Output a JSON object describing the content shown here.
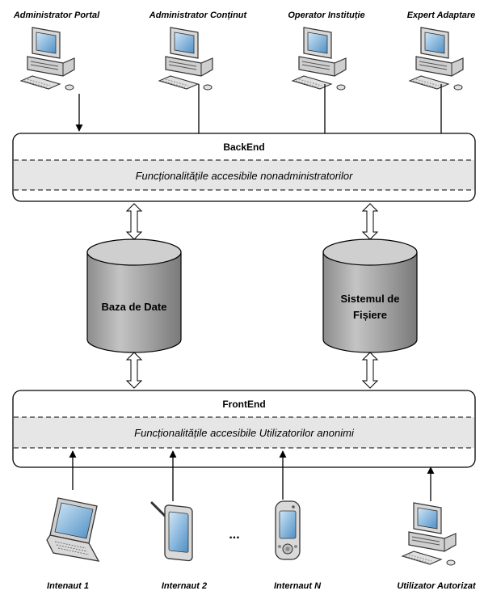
{
  "top_users": [
    {
      "label": "Administrator Portal",
      "icon": "desktop-computer-icon"
    },
    {
      "label": "Administrator Conținut",
      "icon": "desktop-computer-icon"
    },
    {
      "label": "Operator Instituție",
      "icon": "desktop-computer-icon"
    },
    {
      "label": "Expert Adaptare",
      "icon": "desktop-computer-icon"
    }
  ],
  "backend": {
    "title": "BackEnd",
    "band": "Funcționalitățile accesibile nonadministratorilor"
  },
  "storage": {
    "database": {
      "line1": "Baza de Date",
      "icon": "database-cylinder-icon"
    },
    "filesystem": {
      "line1": "Sistemul de",
      "line2": "Fișiere",
      "icon": "database-cylinder-icon"
    }
  },
  "frontend": {
    "title": "FrontEnd",
    "band": "Funcționalitățile accesibile Utilizatorilor anonimi"
  },
  "bottom_users": [
    {
      "label": "Intenaut 1",
      "icon": "laptop-icon"
    },
    {
      "label": "Internaut 2",
      "icon": "tablet-stylus-icon"
    },
    {
      "label": "Internaut N",
      "icon": "pda-device-icon"
    },
    {
      "label": "Utilizator Autorizat",
      "icon": "desktop-computer-icon"
    }
  ],
  "ellipsis": "...",
  "colors": {
    "band": "#e6e6e6",
    "cylinder": "#a8a8a8",
    "cylinder_top": "#cfcfcf",
    "monitor_screen": "#7fb7e0",
    "device_body": "#d9d9d9"
  }
}
